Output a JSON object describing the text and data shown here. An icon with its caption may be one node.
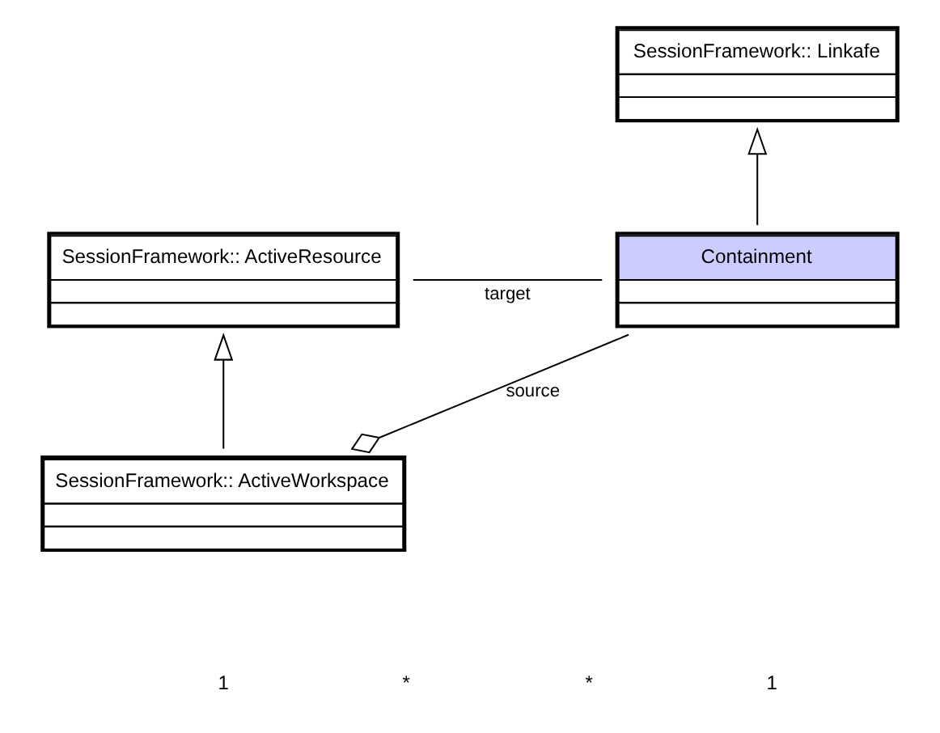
{
  "diagram": {
    "nodes": [
      {
        "text": [
          "SessionFramework:: Linkafe"
        ]
      },
      {
        "text": [
          "SessionFramework:: ActiveResource"
        ]
      },
      {
        "text": [
          "Containment"
        ]
      },
      {
        "text": [
          "SessionFramework:: ActiveWorkspace"
        ]
      }
    ],
    "edges": [
      {
        "from": 2,
        "to": 0,
        "arrow": "to"
      },
      {
        "from": 1,
        "to": 2,
        "arrow": "none",
        "label": "target"
      },
      {
        "from": 3,
        "to": 1,
        "arrow": "to"
      },
      {
        "from": 2,
        "to": 3,
        "arrow": "other",
        "label": "source"
      }
    ],
    "labels": [
      "1",
      "*",
      "*",
      "1"
    ]
  }
}
